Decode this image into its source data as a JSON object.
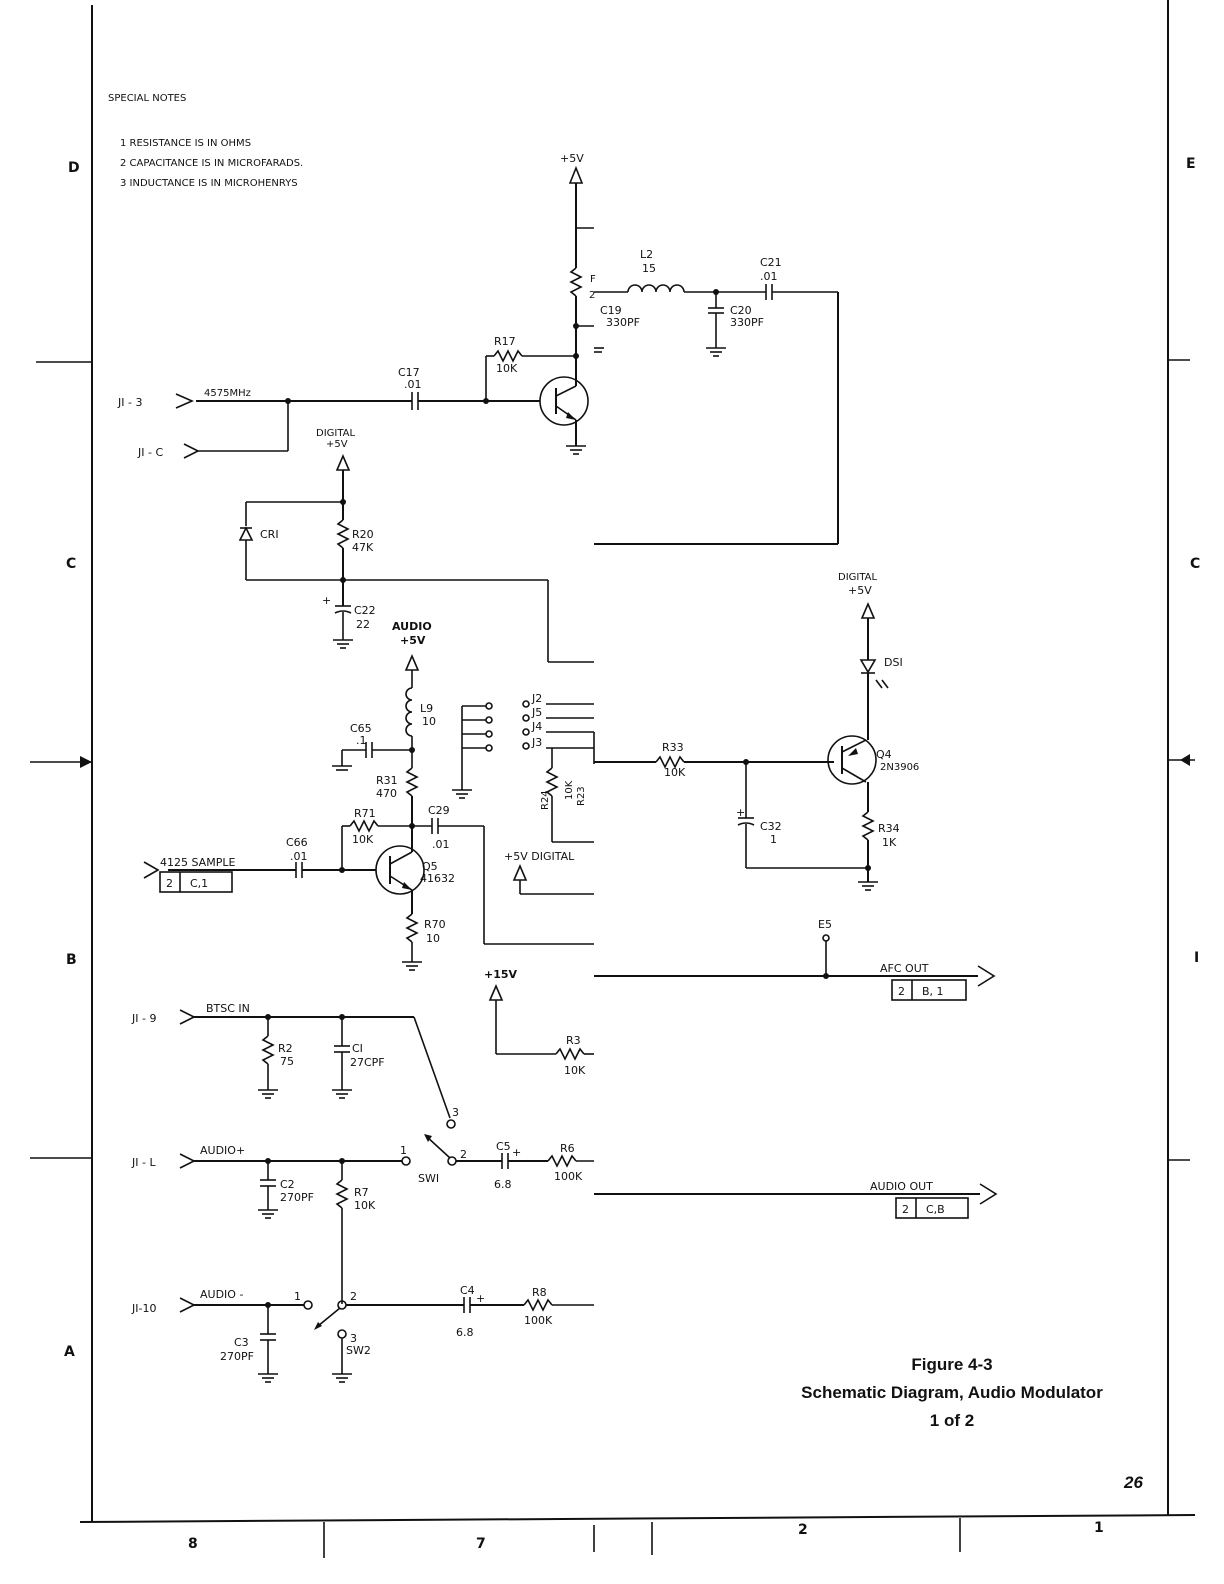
{
  "notes": {
    "title": "SPECIAL NOTES",
    "items": [
      "1 RESISTANCE IS IN OHMS",
      "2 CAPACITANCE IS IN MICROFARADS.",
      "3 INDUCTANCE IS IN MICROHENRYS"
    ]
  },
  "zones": {
    "d": "D",
    "d_right": "E",
    "c": "C",
    "c_right": "C",
    "b": "B",
    "b_right": "I",
    "a": "A"
  },
  "columns": {
    "c8": "8",
    "c7": "7",
    "c2": "2",
    "c1": "1"
  },
  "rails": {
    "p5v_top": "+5V",
    "digital": "DIGITAL",
    "p5v": "+5V",
    "digital2": "DIGITAL",
    "p5v2": "+5V",
    "audio": "AUDIO",
    "p5v3": "+5V",
    "p5v_digital": "+5V DIGITAL",
    "p15v": "+15V"
  },
  "connectors": {
    "j1_3": "JI - 3",
    "j1_c": "JI - C",
    "j1_9": "JI - 9",
    "j1_l": "JI - L",
    "j1_10": "JI-10"
  },
  "signals": {
    "mhz": "4575MHz",
    "sample": "4125 SAMPLE",
    "btsc": "BTSC IN",
    "audio_plus": "AUDIO+",
    "audio_minus": "AUDIO -",
    "afc_out": "AFC OUT",
    "audio_out": "AUDIO OUT"
  },
  "refs": {
    "sample_ref": [
      "2",
      "C,1"
    ],
    "afc_ref": [
      "2",
      "B, 1"
    ],
    "audio_ref": [
      "2",
      "C,B"
    ]
  },
  "components": {
    "r_top": "F",
    "r_top_pin": "2",
    "l2": "L2",
    "l2_val": "15",
    "c21": "C21",
    "c21_val": ".01",
    "c19": "C19",
    "c19_val": "330PF",
    "c20": "C20",
    "c20_val": "330PF",
    "r17": "R17",
    "r17_val": "10K",
    "c17": "C17",
    "c17_val": ".01",
    "cr1": "CRI",
    "r20": "R20",
    "r20_val": "47K",
    "c22": "C22",
    "c22_val": "22",
    "l9": "L9",
    "l9_val": "10",
    "c65": "C65",
    "c65_val": ".1",
    "r31": "R31",
    "r31_val": "470",
    "r71": "R71",
    "r71_val": "10K",
    "c29": "C29",
    "c29_val": ".01",
    "c66": "C66",
    "c66_val": ".01",
    "q5": "Q5",
    "q5_val": "41632",
    "r70": "R70",
    "r70_val": "10",
    "j2": "J2",
    "j5": "J5",
    "j4": "J4",
    "j3": "J3",
    "r24": "R24",
    "r24_val": "10K",
    "r23": "R23",
    "r33": "R33",
    "r33_val": "10K",
    "q4": "Q4",
    "q4_val": "2N3906",
    "ds1": "DSI",
    "c32": "C32",
    "c32_val": "1",
    "r34": "R34",
    "r34_val": "1K",
    "e5": "E5",
    "r2": "R2",
    "r2_val": "75",
    "c1": "CI",
    "c1_val": "27CPF",
    "r3": "R3",
    "r3_val": "10K",
    "c2": "C2",
    "c2_val": "270PF",
    "r7": "R7",
    "r7_val": "10K",
    "sw1": "SWI",
    "c5": "C5",
    "c5_val": "6.8",
    "r6": "R6",
    "r6_val": "100K",
    "c3": "C3",
    "c3_val": "270PF",
    "sw2": "SW2",
    "c4": "C4",
    "c4_val": "6.8",
    "r8": "R8",
    "r8_val": "100K",
    "pin1": "1",
    "pin2": "2",
    "pin3": "3"
  },
  "caption": {
    "figure": "Figure 4-3",
    "title": "Schematic Diagram, Audio Modulator",
    "part": "1 of 2"
  },
  "page_number": "26"
}
